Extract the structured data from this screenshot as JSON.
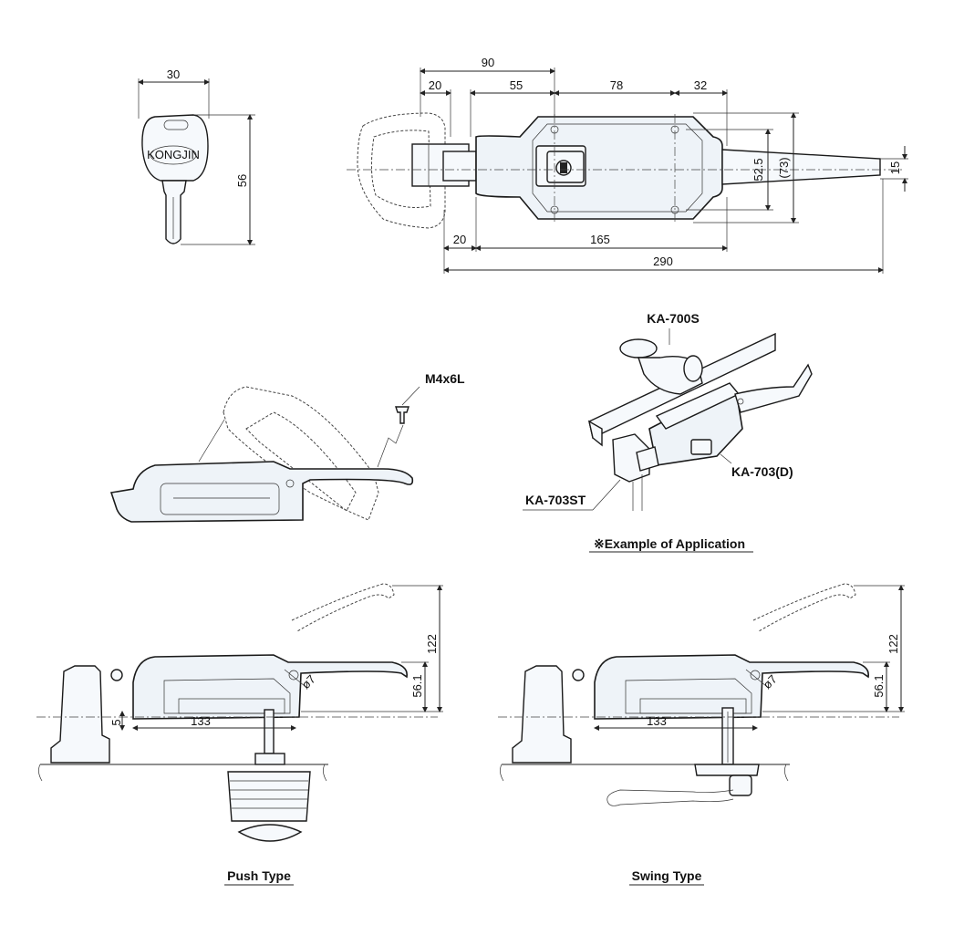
{
  "top_view": {
    "dims": {
      "d90": "90",
      "d20a": "20",
      "d55": "55",
      "d78": "78",
      "d32": "32",
      "d525": "52.5",
      "d73": "(73)",
      "d15": "15",
      "d20b": "20",
      "d165": "165",
      "d290": "290"
    }
  },
  "key": {
    "brand": "KONGJIN",
    "dims": {
      "width": "30",
      "height": "56"
    }
  },
  "screw": {
    "label": "M4x6L"
  },
  "application": {
    "parts": {
      "top": "KA-700S",
      "right": "KA-703(D)",
      "left": "KA-703ST"
    },
    "caption": "※Example of Application"
  },
  "push_type": {
    "title": "Push Type",
    "dims": {
      "d122": "122",
      "d561": "56.1",
      "d133": "133",
      "d5": "5",
      "d7": "ø7"
    }
  },
  "swing_type": {
    "title": "Swing Type",
    "dims": {
      "d122": "122",
      "d561": "56.1",
      "d133": "133",
      "d7": "ø7"
    }
  }
}
